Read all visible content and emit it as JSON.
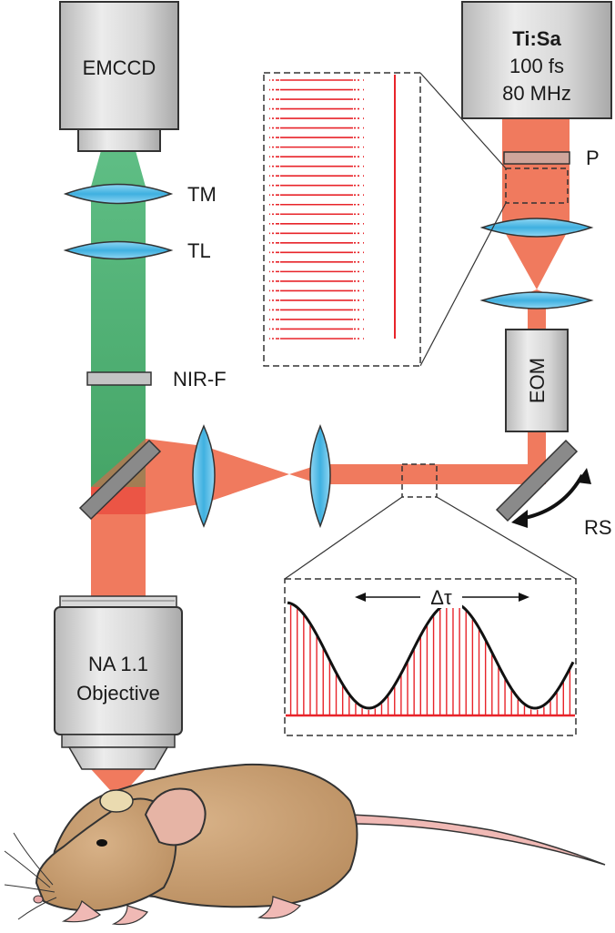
{
  "labels": {
    "camera": "EMCCD",
    "laser_title": "Ti:Sa",
    "laser_pulse": "100 fs",
    "laser_rate": "80 MHz",
    "polarizer": "P",
    "tube_lens_m": "TM",
    "tube_lens": "TL",
    "nir_filter": "NIR-F",
    "eom": "EOM",
    "resonant_scanner": "RS",
    "objective_na": "NA 1.1",
    "objective_word": "Objective",
    "delta_tau": "Δτ"
  },
  "colors": {
    "green_beam": "#4daa6e",
    "red_beam": "#f07a5e",
    "pulse_red": "#e8242a",
    "lens_blue": "#4fb8e3",
    "gray_box": "#cfcfcf",
    "mouse_body": "#c9a276",
    "mouse_tail": "#f0b9b5"
  },
  "pulse_train_inset": {
    "pulse_count": 28,
    "description_hidden": true
  },
  "modulation_inset": {
    "pulse_count": 44,
    "cycles": 2
  }
}
